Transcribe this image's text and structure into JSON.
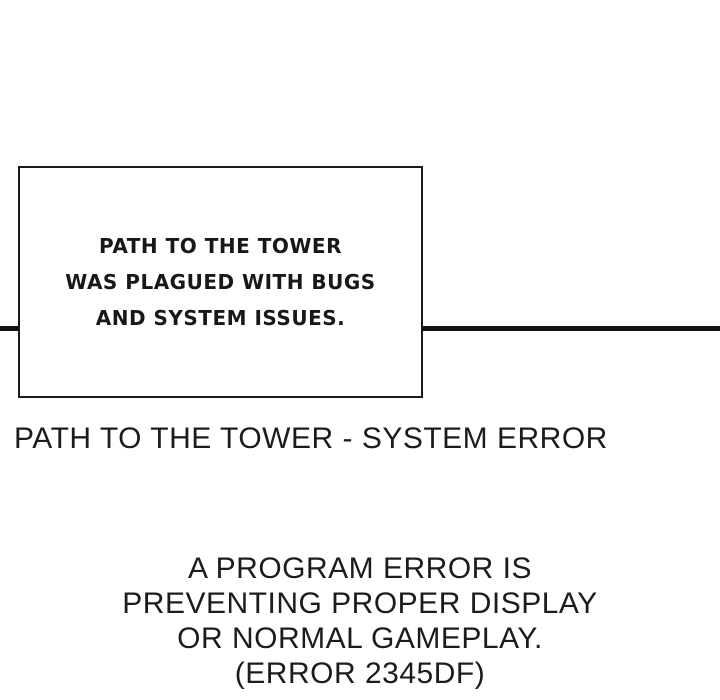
{
  "panel": {
    "speech_box": {
      "lines": {
        "0": "PATH TO THE TOWER",
        "1": "WAS PLAGUED WITH BUGS",
        "2": "AND SYSTEM ISSUES."
      }
    },
    "system_title": "PATH TO THE TOWER - SYSTEM ERROR",
    "error_message": {
      "lines": {
        "0": "A PROGRAM ERROR IS",
        "1": "PREVENTING PROPER DISPLAY",
        "2": "OR NORMAL GAMEPLAY.",
        "3": "(ERROR 2345DF)"
      }
    }
  },
  "colors": {
    "background": "#ffffff",
    "ink": "#1a1a1a"
  }
}
